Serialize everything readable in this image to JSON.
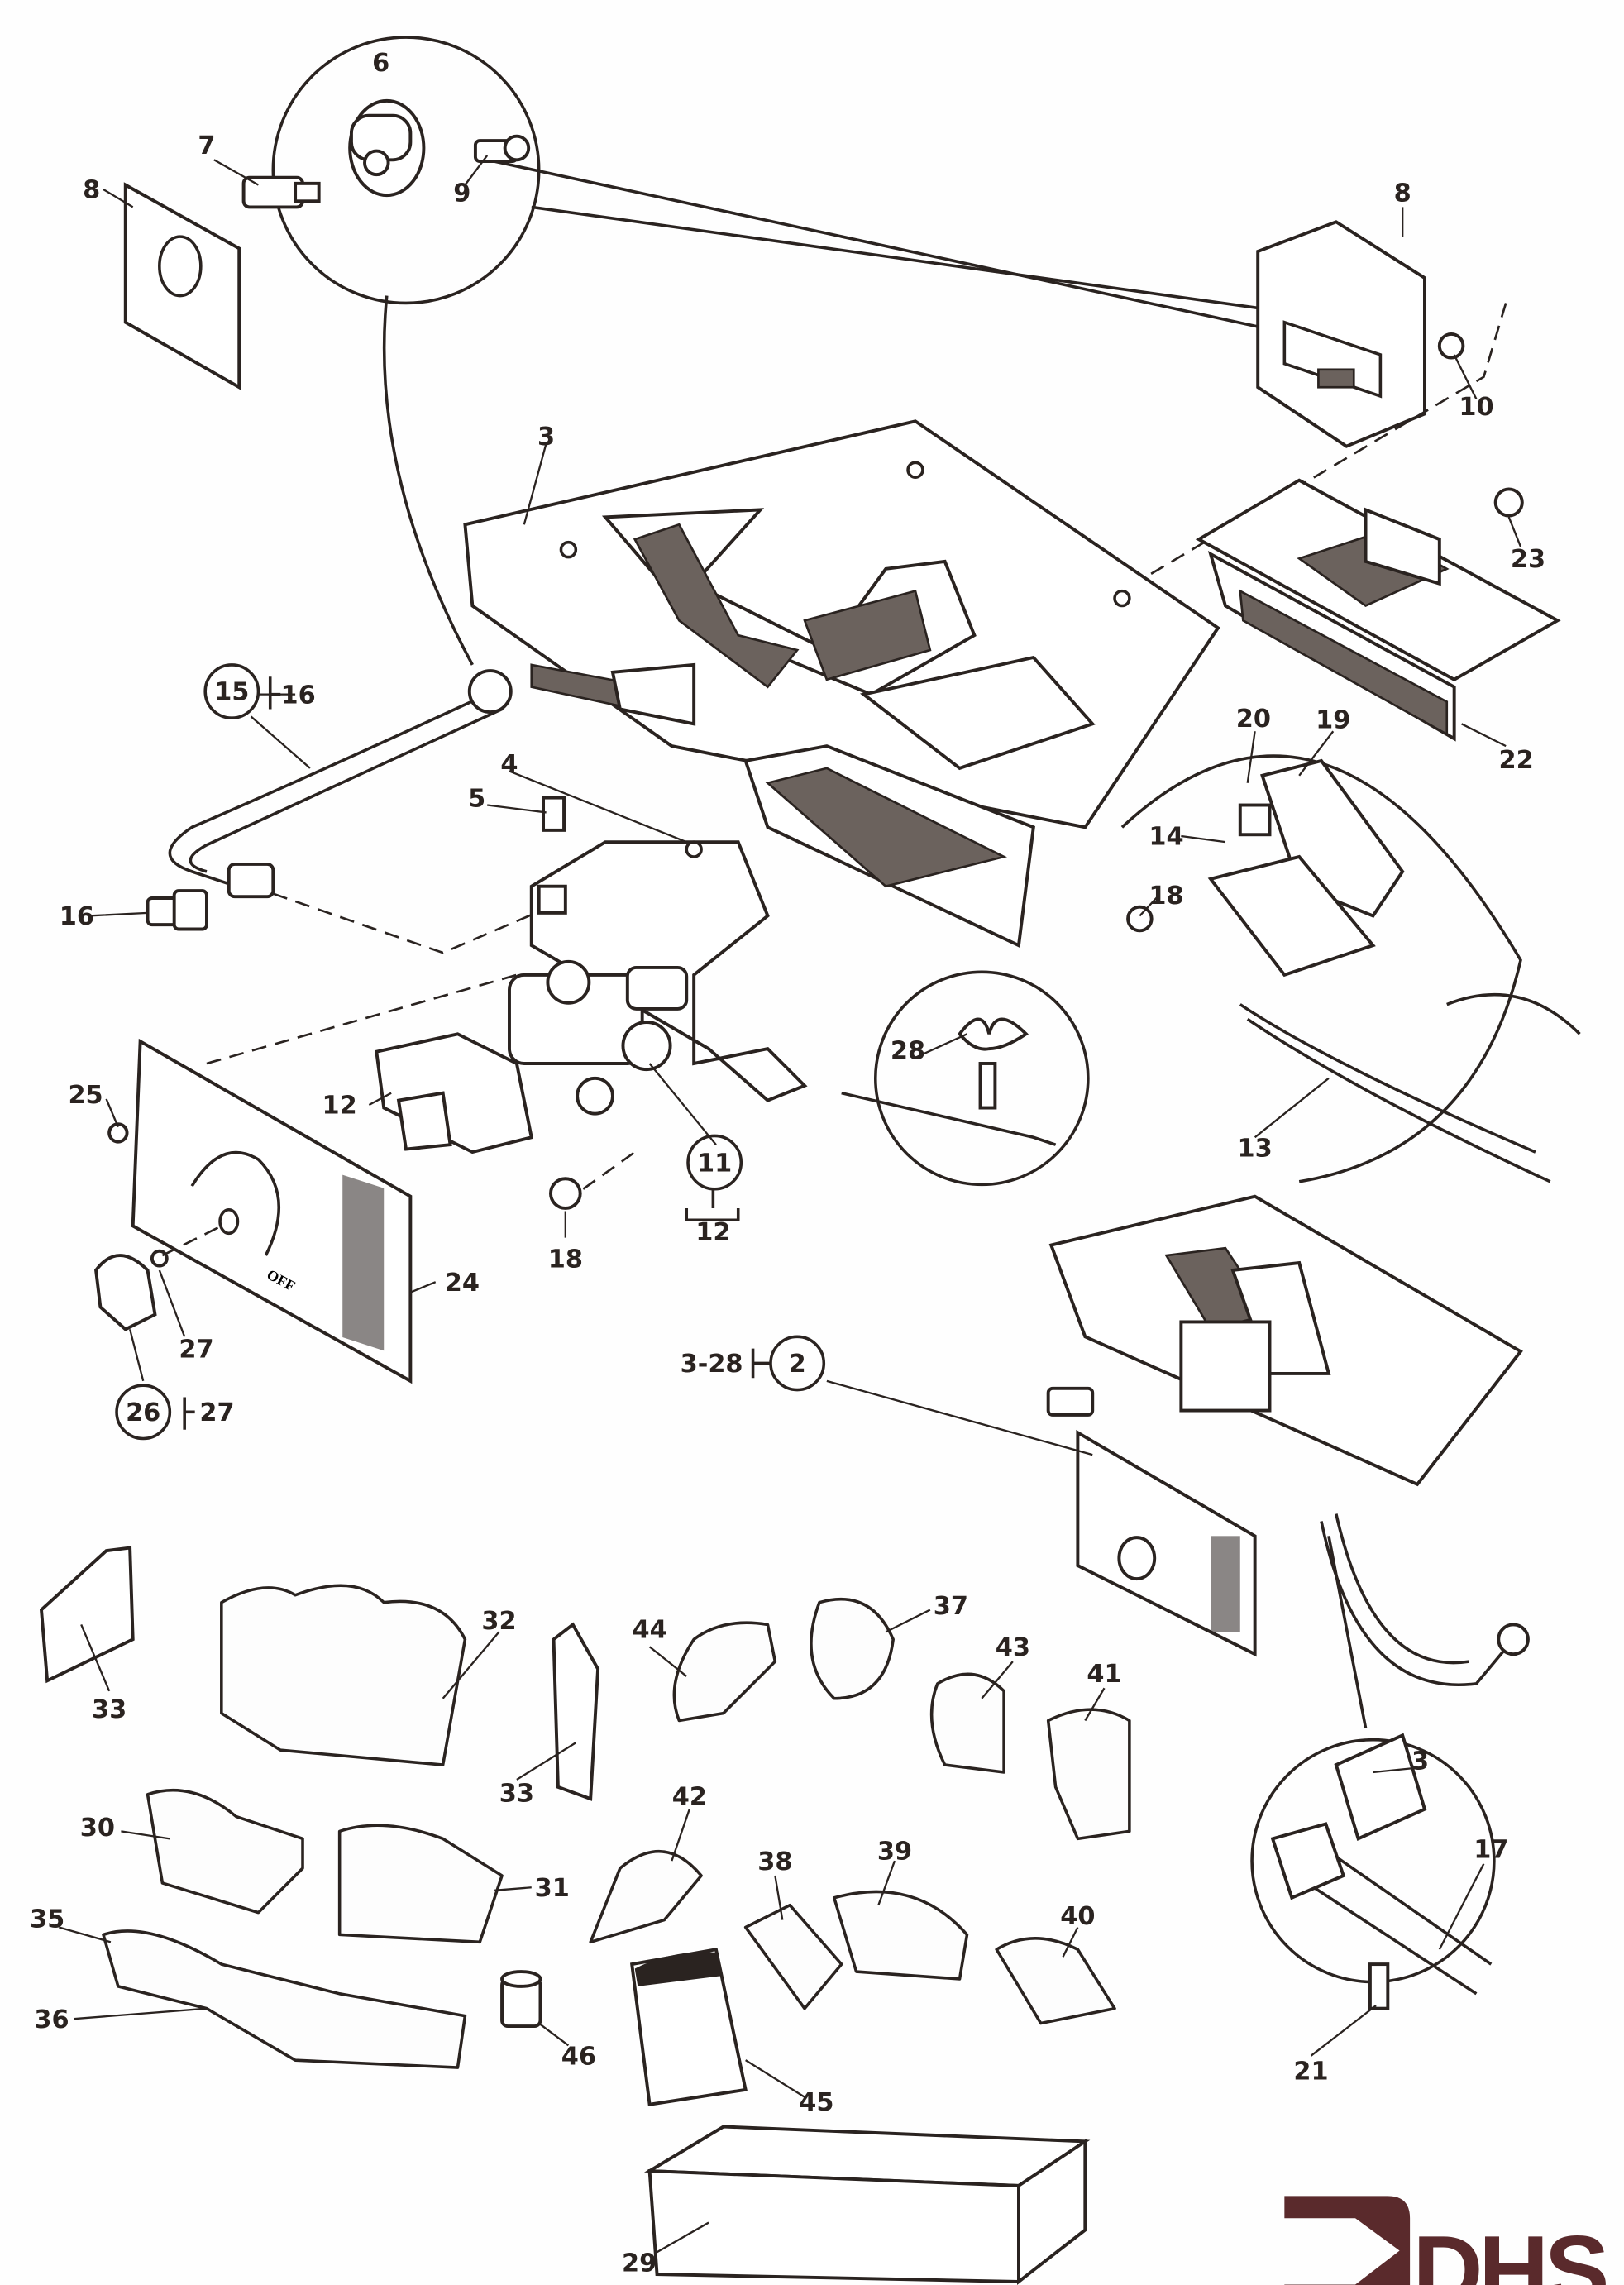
{
  "diagram": {
    "labels": {
      "l6": "6",
      "l7": "7",
      "l8a": "8",
      "l9": "9",
      "l8b": "8",
      "l10": "10",
      "l3a": "3",
      "l23": "23",
      "l15": "15",
      "l16a": "16",
      "l16b": "16",
      "l4": "4",
      "l5": "5",
      "l20": "20",
      "l19": "19",
      "l14": "14",
      "l22": "22",
      "l18a": "18",
      "l28": "28",
      "l25": "25",
      "l12a": "12",
      "l11": "11",
      "l12b": "12",
      "l18b": "18",
      "l13": "13",
      "l24": "24",
      "l27a": "27",
      "l26": "26",
      "l27b": "27",
      "l328": "3-28",
      "l2": "2",
      "l32": "32",
      "l33a": "33",
      "l44": "44",
      "l37": "37",
      "l43": "43",
      "l41": "41",
      "l33b": "33",
      "l3b": "3",
      "l42": "42",
      "l30": "30",
      "l38": "38",
      "l39": "39",
      "l31": "31",
      "l17": "17",
      "l35": "35",
      "l40": "40",
      "l36": "36",
      "l46": "46",
      "l45": "45",
      "l21": "21",
      "l29": "29"
    },
    "panel_text": {
      "off": "OFF"
    }
  },
  "logo": {
    "text": "DHS",
    "color": "#5a2a2c"
  }
}
